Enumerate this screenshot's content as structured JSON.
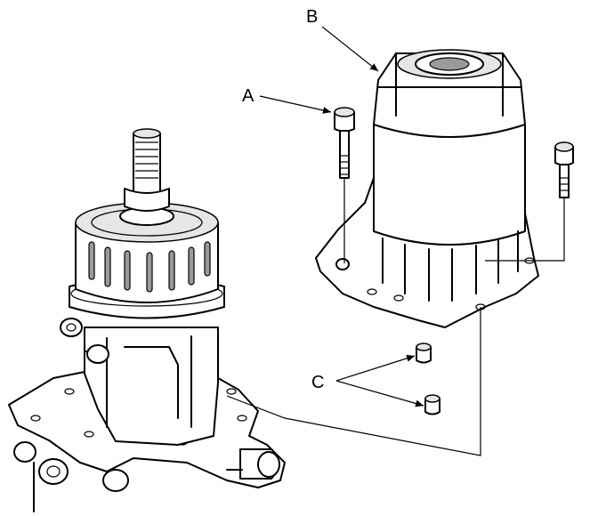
{
  "callouts": {
    "a": "A",
    "b": "B",
    "c": "C"
  }
}
